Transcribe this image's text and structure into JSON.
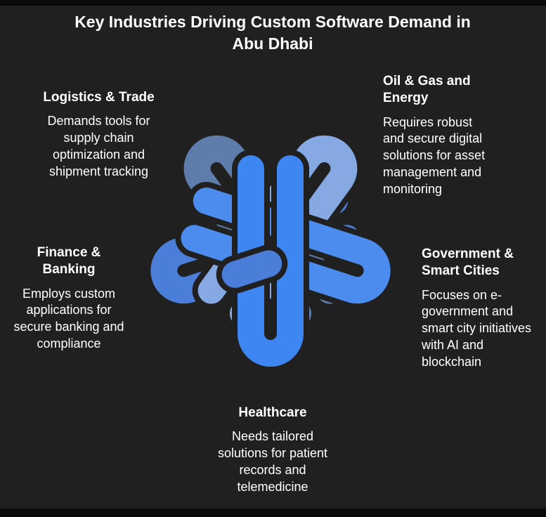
{
  "page": {
    "bg": "#202020",
    "edge_bar_color": "#0a0a0a",
    "text_color": "#ffffff"
  },
  "title": {
    "line1": "Key Industries Driving Custom Software Demand in",
    "line2": "Abu Dhabi"
  },
  "industries": [
    {
      "heading": "Logistics & Trade",
      "body": "Demands tools for supply chain optimization and shipment tracking"
    },
    {
      "heading": "Oil & Gas and Energy",
      "body": "Requires robust and secure digital solutions for asset management and monitoring"
    },
    {
      "heading": "Finance & Banking",
      "body": "Employs custom applications for secure banking and compliance"
    },
    {
      "heading": "Government & Smart Cities",
      "body": "Focuses on e-government and smart city initiatives with AI and blockchain"
    },
    {
      "heading": "Healthcare",
      "body": "Needs tailored solutions for patient records and telemedicine"
    }
  ],
  "knot": {
    "colors": [
      "#5e7dab",
      "#86a9e4",
      "#4c8cee",
      "#3e86f1",
      "#4a7ed8"
    ]
  }
}
